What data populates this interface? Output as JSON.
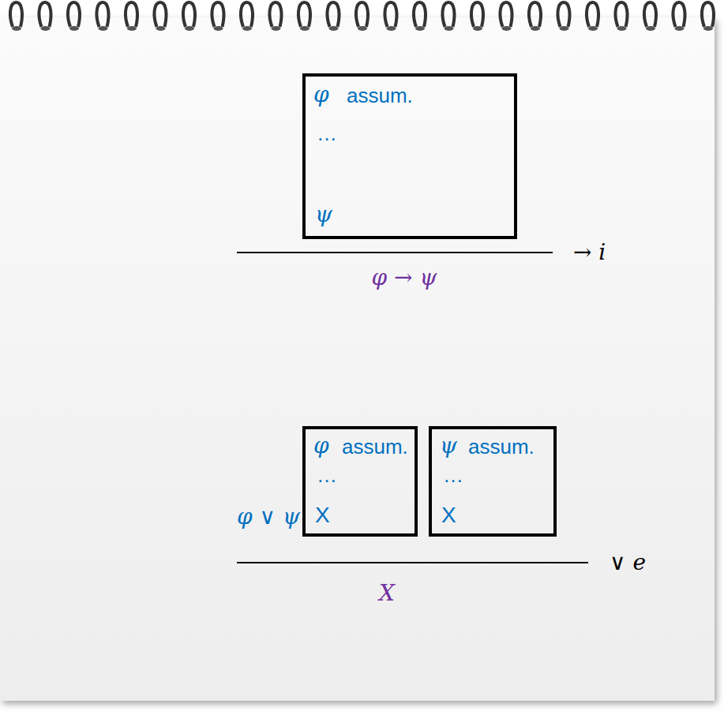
{
  "diagram": {
    "nodes": [
      {
        "text": [
          "φ",
          "assum.",
          "…",
          "ψ"
        ]
      },
      {
        "text": [
          "φ",
          "assum.",
          "…",
          "X"
        ]
      },
      {
        "text": [
          "ψ",
          "assum.",
          "…",
          "X"
        ]
      }
    ],
    "labels": [
      "φ → ψ",
      "→ i",
      "φ ∨ ψ",
      "X",
      "∨ e"
    ]
  }
}
